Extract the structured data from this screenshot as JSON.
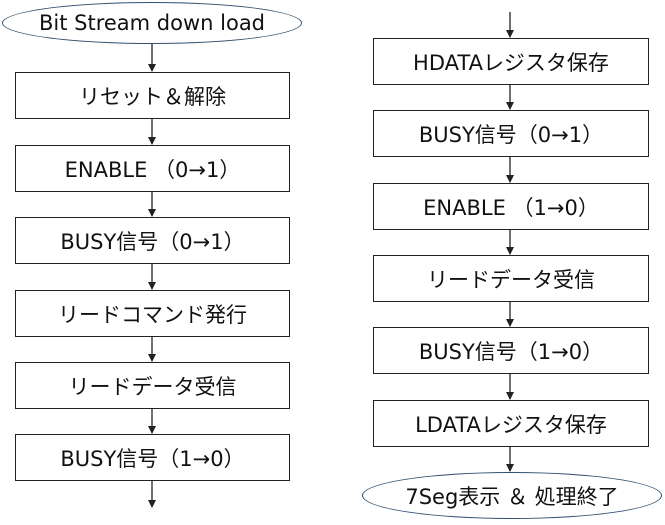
{
  "flowchart": {
    "left": [
      "Bit Stream down load",
      "リセット＆解除",
      "ENABLE （0→1）",
      "BUSY信号（0→1）",
      "リードコマンド発行",
      "リードデータ受信",
      "BUSY信号（1→0）"
    ],
    "right": [
      "HDATAレジスタ保存",
      "BUSY信号（0→1）",
      "ENABLE （1→0）",
      "リードデータ受信",
      "BUSY信号（1→0）",
      "LDATAレジスタ保存",
      "7Seg表示 ＆ 処理終了"
    ]
  },
  "colors": {
    "line": "#222222",
    "ellipse_border": "#2f4f6f",
    "background": "#ffffff"
  }
}
